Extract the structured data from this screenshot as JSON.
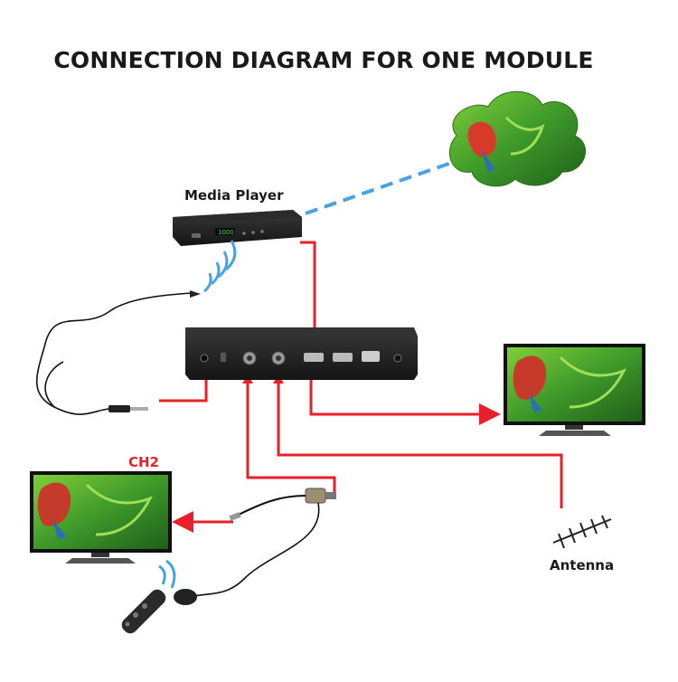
{
  "title": "CONNECTION DIAGRAM FOR ONE MODULE",
  "labels": {
    "media_player": "Media Player",
    "antenna": "Antenna",
    "ch2": "CH2"
  },
  "colors": {
    "cable": "#e8202a",
    "wifi": "#4aa3e0",
    "device_body": "#1f1f1f",
    "screen_green": "#3f9a2a"
  },
  "icons": [
    "cloud-icon",
    "wifi-waves-icon",
    "remote-control-icon",
    "ir-sensor-icon",
    "yagi-antenna-icon",
    "tv-icon",
    "modulator-box-icon",
    "media-player-icon",
    "audio-jack-icon",
    "splitter-icon"
  ]
}
